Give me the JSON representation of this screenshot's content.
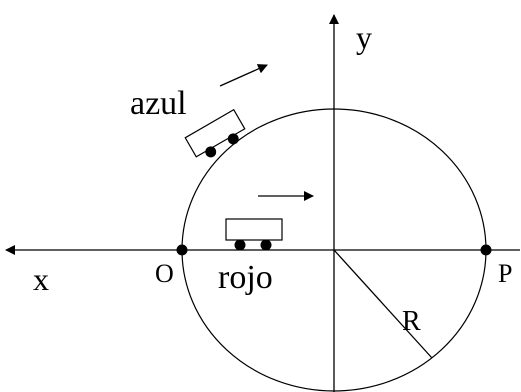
{
  "labels": {
    "y_axis": "y",
    "x_axis": "x",
    "origin_point": "O",
    "right_point": "P",
    "radius": "R",
    "blue_cart": "azul",
    "red_cart": "rojo"
  }
}
